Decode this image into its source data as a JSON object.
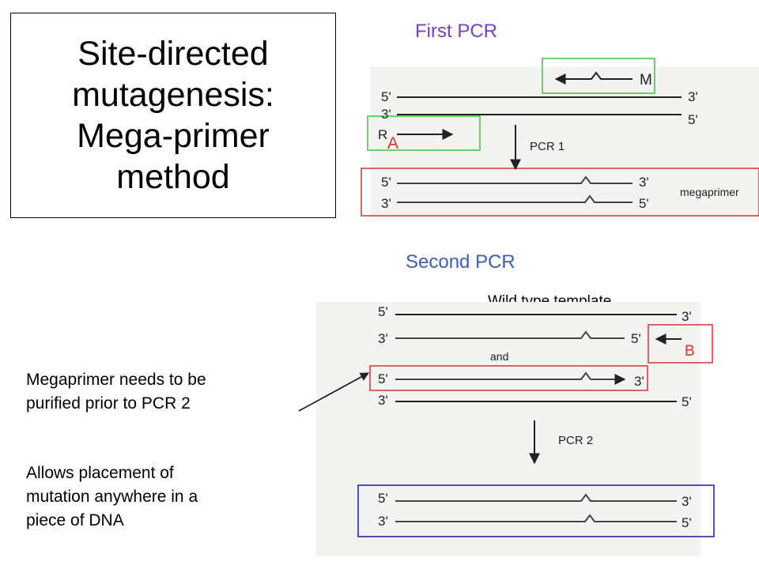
{
  "slide": {
    "title": "Site-directed\nmutagenesis:\nMega-primer\nmethod",
    "first_pcr_heading": "First PCR",
    "second_pcr_heading": "Second PCR",
    "wild_type_label": "Wild type template",
    "note_megaprimer": "Megaprimer needs to be\npurified prior to PCR 2",
    "note_placement": "Allows placement of\nmutation anywhere in a\npiece of DNA"
  },
  "first_pcr": {
    "strand_top": {
      "left": "5'",
      "right": "3'"
    },
    "strand_bottom": {
      "left": "3'",
      "right": "5'"
    },
    "primer_m": "M",
    "primer_r": "R",
    "primer_a": "A",
    "step_label": "PCR 1",
    "product_top": {
      "left": "5'",
      "right": "3'"
    },
    "product_bottom": {
      "left": "3'",
      "right": "5'"
    },
    "product_label": "megaprimer"
  },
  "second_pcr": {
    "wt_top": {
      "left": "5'",
      "right": "3'"
    },
    "wt_bottom": {
      "left": "3'",
      "right": "5'"
    },
    "primer_b": "B",
    "and_label": "and",
    "mega_top": {
      "left": "5'",
      "right": "3'"
    },
    "mega_bottom": {
      "left": "3'",
      "right": "5'"
    },
    "step_label": "PCR 2",
    "final_top": {
      "left": "5'",
      "right": "3'"
    },
    "final_bottom": {
      "left": "3'",
      "right": "5'"
    }
  },
  "colors": {
    "heading": "#3a5fb8",
    "first_heading": "#7a3fc4",
    "label_red": "#e03030",
    "box_green": "#3ec43e",
    "box_red": "#e03030",
    "box_blue": "#1a1aa0",
    "scan_bg": "#f3f3f1"
  }
}
